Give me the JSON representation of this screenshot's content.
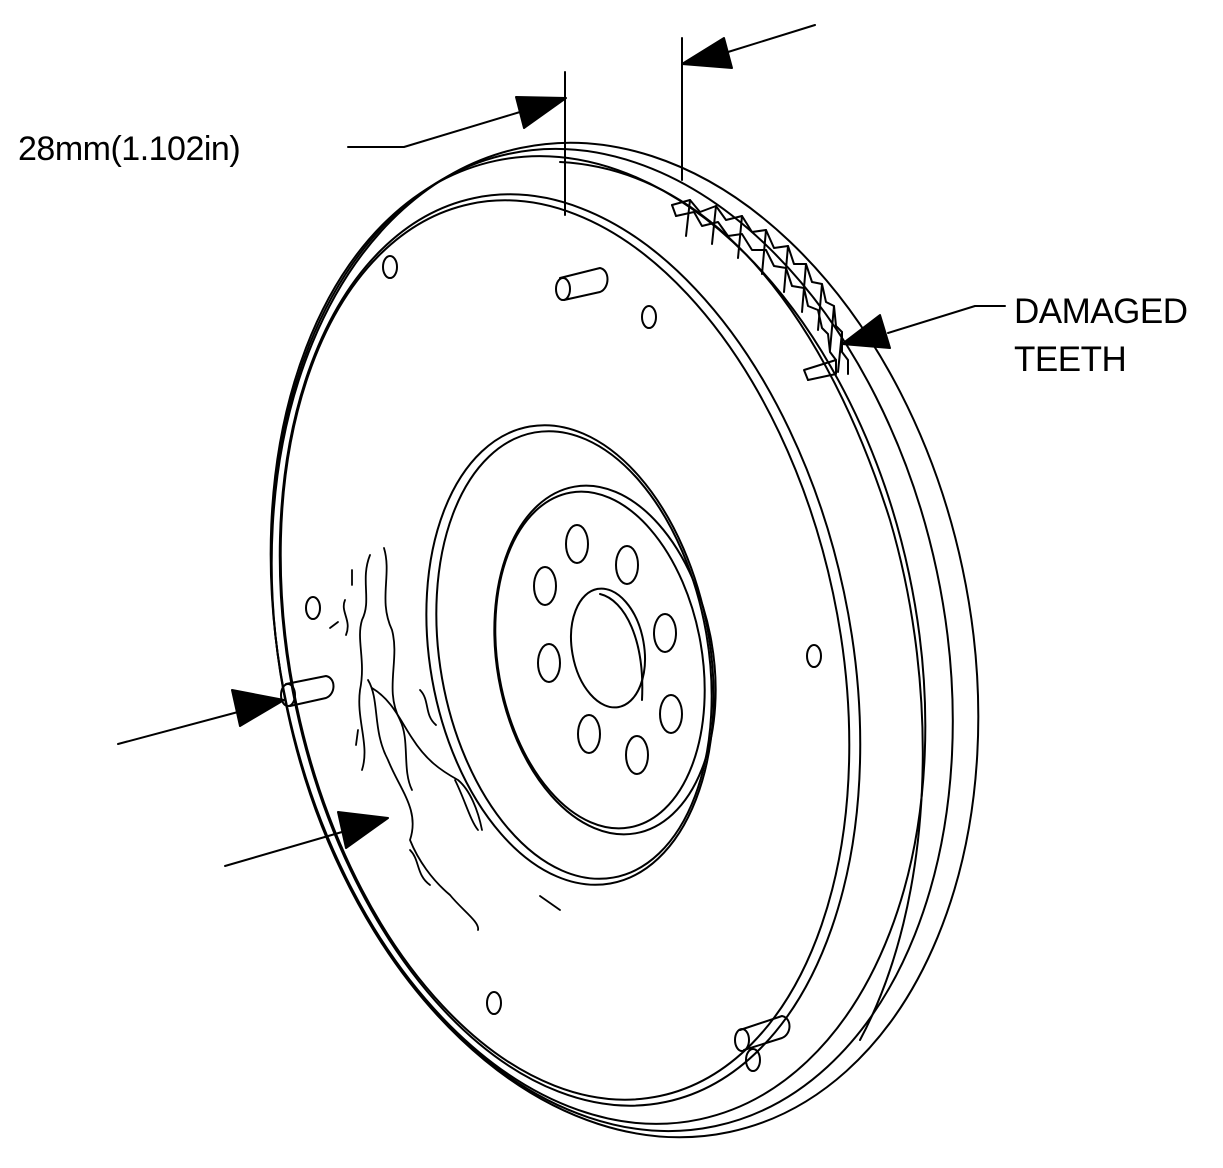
{
  "labels": {
    "dimension": "28mm(1.102in)",
    "damaged_line1": "DAMAGED",
    "damaged_line2": "TEETH"
  },
  "colors": {
    "stroke": "#000000",
    "background": "#ffffff"
  }
}
